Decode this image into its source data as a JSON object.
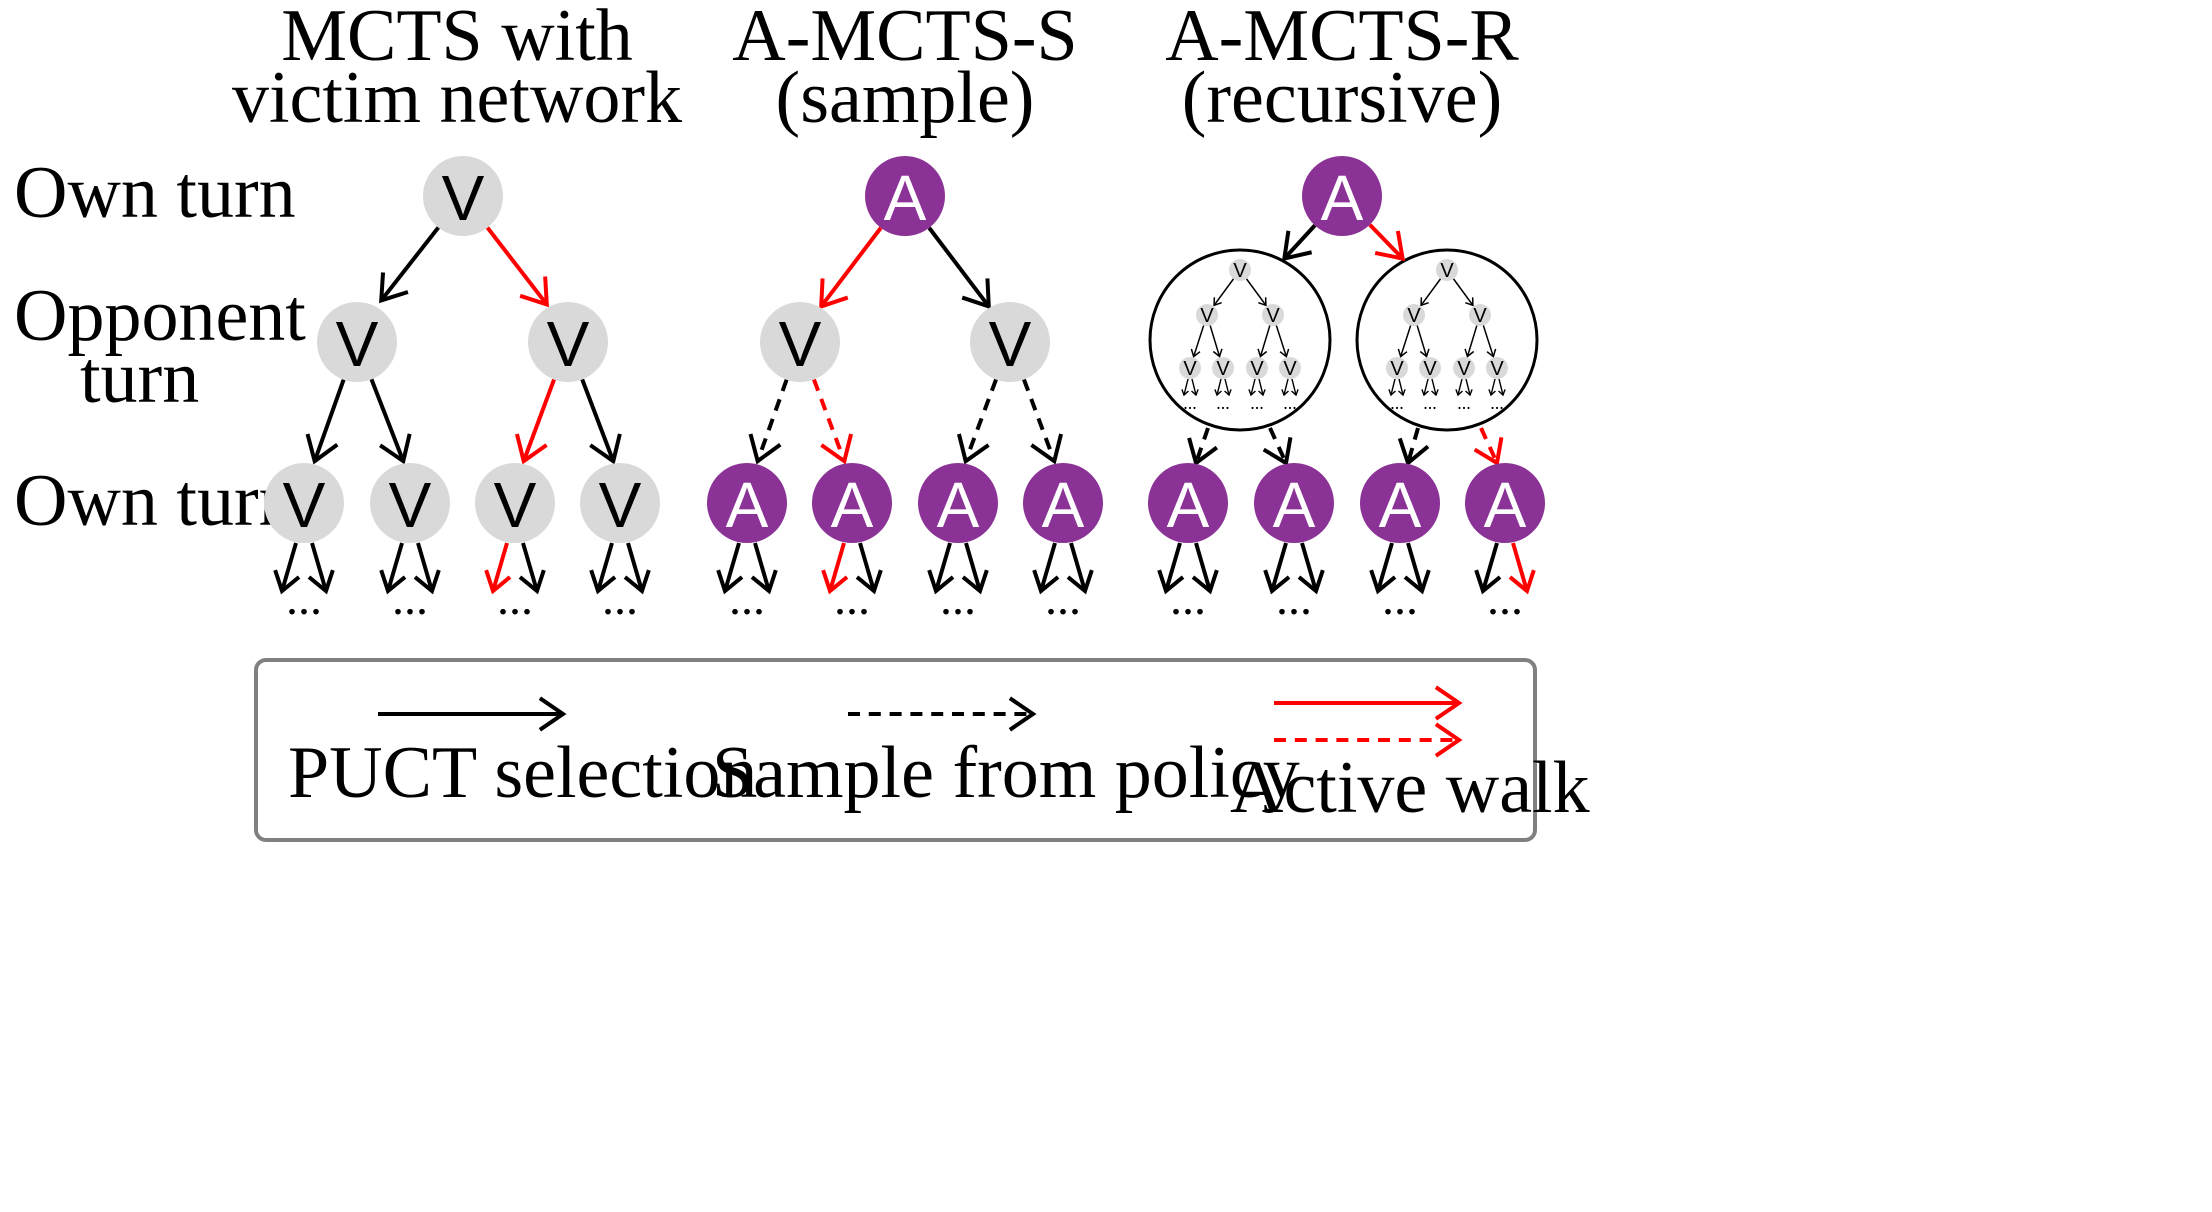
{
  "columns": {
    "mcts": {
      "title_line1": "MCTS with",
      "title_line2": "victim network"
    },
    "amcts_s": {
      "title_line1": "A-MCTS-S",
      "title_line2": "(sample)"
    },
    "amcts_r": {
      "title_line1": "A-MCTS-R",
      "title_line2": "(recursive)"
    }
  },
  "rows": {
    "own_turn_top": "Own turn",
    "opponent_line1": "Opponent",
    "opponent_line2": "turn",
    "own_turn_bottom": "Own turn"
  },
  "node_labels": {
    "victim": "V",
    "adversary": "A"
  },
  "ellipsis": "...",
  "legend": {
    "puct": "PUCT selection",
    "sample": "Sample from policy",
    "active": "Active walk"
  },
  "colors": {
    "victim_node": "#d9d9d9",
    "adversary_node": "#8b3296",
    "active_walk": "#ff0000",
    "edge": "#000000",
    "legend_border": "#808080"
  }
}
